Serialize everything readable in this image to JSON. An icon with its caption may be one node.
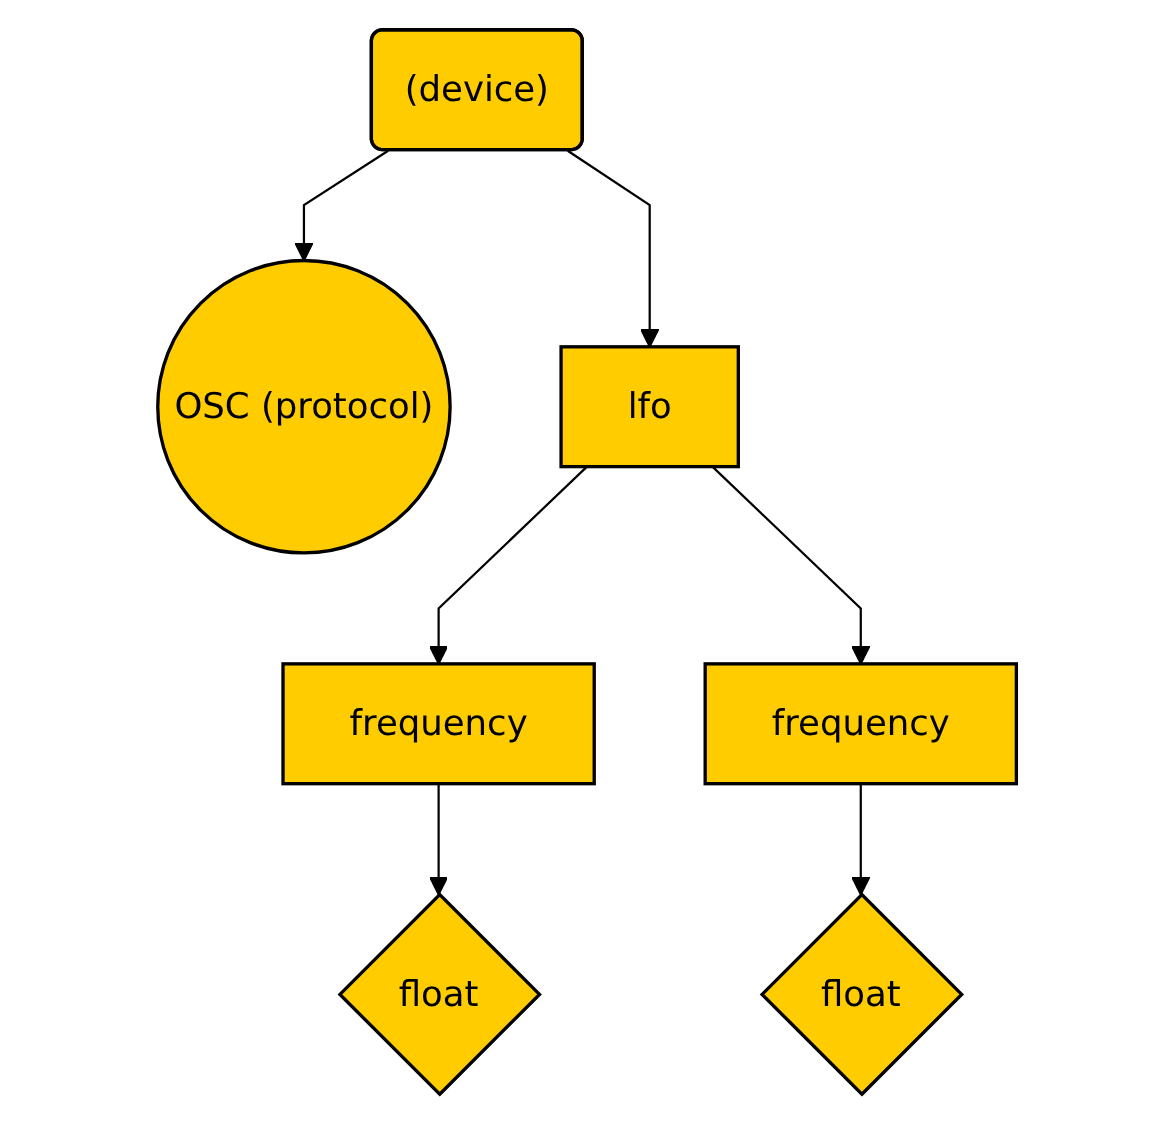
{
  "diagram": {
    "nodes": [
      {
        "text": [
          "(device)"
        ]
      },
      {
        "text": [
          "OSC (protocol)"
        ]
      },
      {
        "text": [
          "lfo"
        ]
      },
      {
        "text": [
          "frequency"
        ]
      },
      {
        "text": [
          "frequency"
        ]
      },
      {
        "text": [
          "float"
        ]
      },
      {
        "text": [
          "float"
        ]
      }
    ],
    "edges": [
      {
        "from": 0,
        "to": 1,
        "arrow": "to"
      },
      {
        "from": 0,
        "to": 2,
        "arrow": "to"
      },
      {
        "from": 2,
        "to": 3,
        "arrow": "to"
      },
      {
        "from": 2,
        "to": 4,
        "arrow": "to"
      },
      {
        "from": 3,
        "to": 5,
        "arrow": "to"
      },
      {
        "from": 4,
        "to": 6,
        "arrow": "to"
      }
    ]
  }
}
